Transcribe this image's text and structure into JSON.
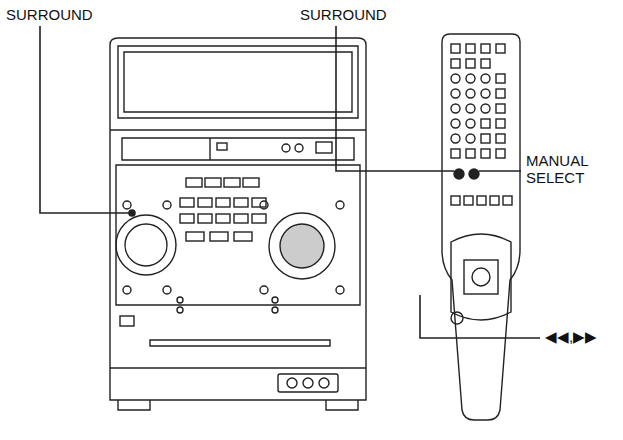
{
  "diagram": {
    "labels": [
      "SURROUND",
      "SURROUND",
      "MANUAL SELECT",
      "◀◀,▶▶"
    ]
  }
}
